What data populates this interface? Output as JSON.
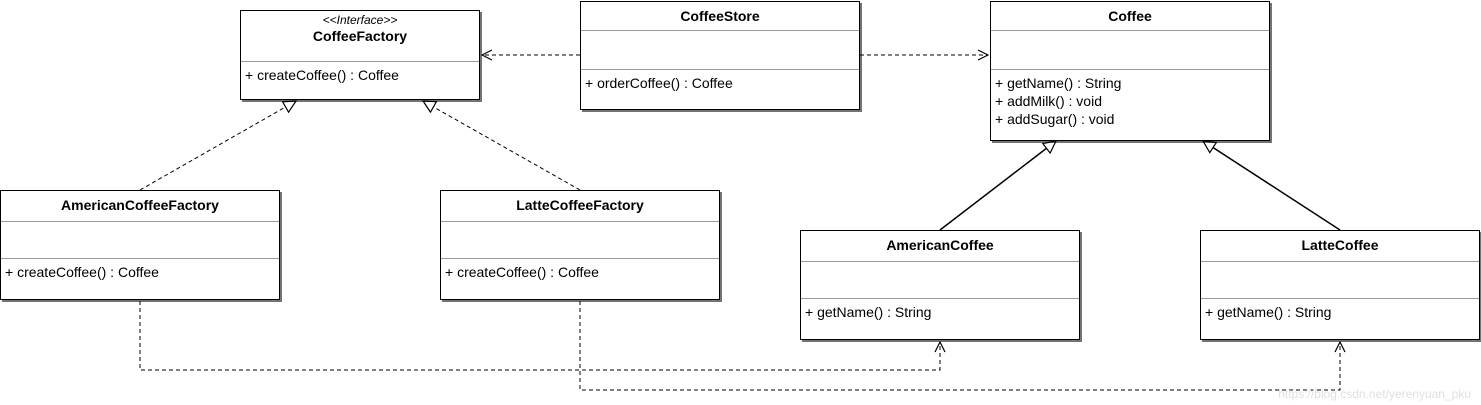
{
  "classes": {
    "coffee_factory": {
      "stereotype": "<<Interface>>",
      "name": "CoffeeFactory",
      "operations": [
        "+ createCoffee() : Coffee"
      ]
    },
    "coffee_store": {
      "name": "CoffeeStore",
      "operations": [
        "+ orderCoffee() : Coffee"
      ]
    },
    "coffee": {
      "name": "Coffee",
      "operations": [
        "+ getName() : String",
        "+ addMilk() : void",
        "+ addSugar() : void"
      ]
    },
    "american_factory": {
      "name": "AmericanCoffeeFactory",
      "operations": [
        "+ createCoffee() : Coffee"
      ]
    },
    "latte_factory": {
      "name": "LatteCoffeeFactory",
      "operations": [
        "+ createCoffee() : Coffee"
      ]
    },
    "american_coffee": {
      "name": "AmericanCoffee",
      "operations": [
        "+ getName() : String"
      ]
    },
    "latte_coffee": {
      "name": "LatteCoffee",
      "operations": [
        "+ getName() : String"
      ]
    }
  },
  "watermark": "https://blog.csdn.net/yerenyuan_pku"
}
